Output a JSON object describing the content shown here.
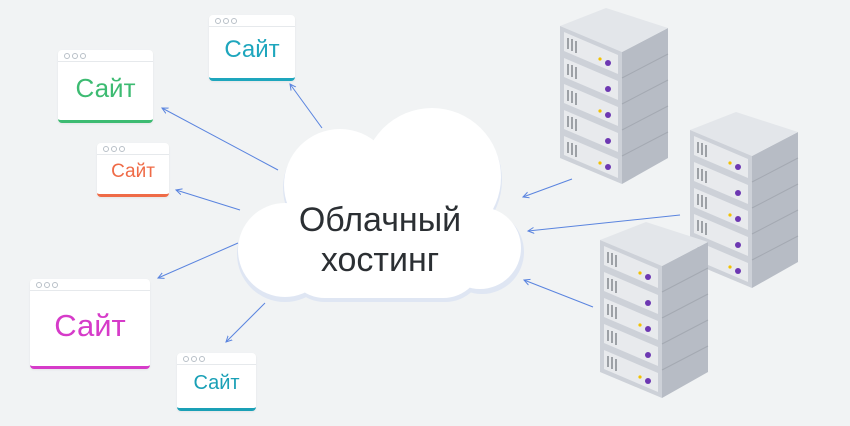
{
  "cloud": {
    "line1": "Облачный",
    "line2": "хостинг"
  },
  "sites": [
    {
      "label": "Сайт",
      "color": "#1ea6bd"
    },
    {
      "label": "Сайт",
      "color": "#3dbb72"
    },
    {
      "label": "Сайт",
      "color": "#ef6b47"
    },
    {
      "label": "Сайт",
      "color": "#d63bc9"
    },
    {
      "label": "Сайт",
      "color": "#1aa0b6"
    }
  ],
  "colors": {
    "background": "#f1f3f4",
    "arrow": "#5a84df",
    "cloud": "#ffffff",
    "server_accent": "#6d38b2"
  }
}
